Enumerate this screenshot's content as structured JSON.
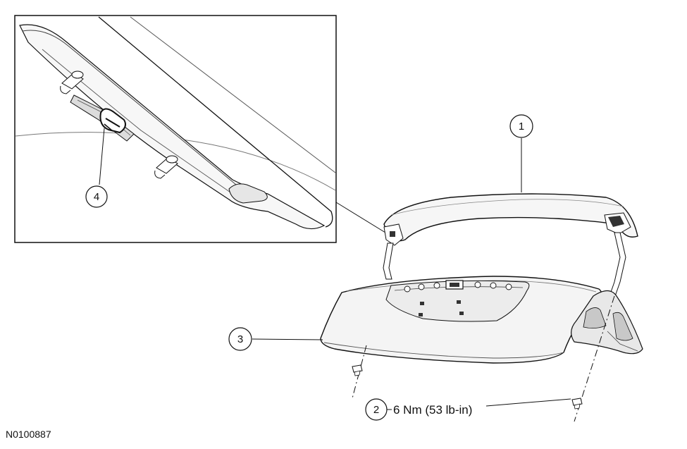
{
  "figure_id": "N0100887",
  "callouts": [
    {
      "number": "1"
    },
    {
      "number": "2",
      "note": "6 Nm (53 lb-in)"
    },
    {
      "number": "3"
    },
    {
      "number": "4"
    }
  ],
  "colors": {
    "line": "#111111",
    "panel_fill": "#f4f4f4",
    "shade": "#d9d9d9",
    "dark": "#333333"
  }
}
